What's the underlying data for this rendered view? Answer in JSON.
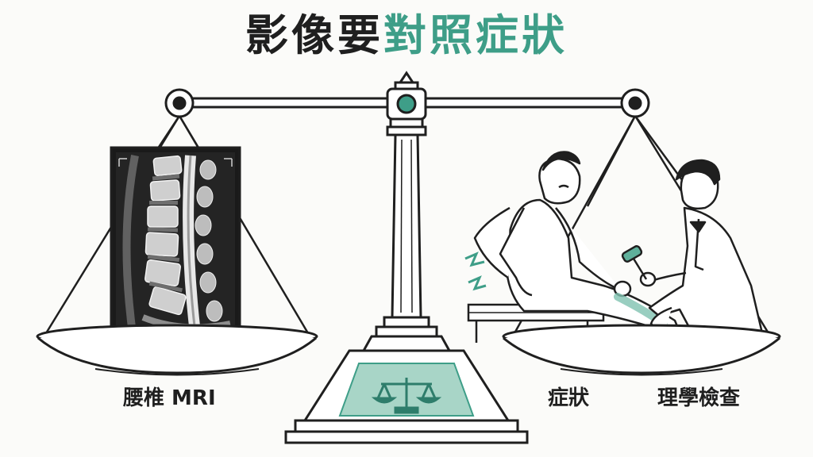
{
  "title": {
    "part1": "影像要",
    "part2": "對照症狀"
  },
  "labels": {
    "left_pan": "腰椎 MRI",
    "right_pan_symptoms": "症狀",
    "right_pan_exam": "理學檢查"
  },
  "colors": {
    "accent": "#3e9e88",
    "ink": "#1f1f1f",
    "background": "#fbfbf9"
  },
  "icons": {
    "center": "scale-of-justice-icon",
    "left_item": "spine-mri-scan",
    "right_item": "doctor-examining-patient"
  }
}
